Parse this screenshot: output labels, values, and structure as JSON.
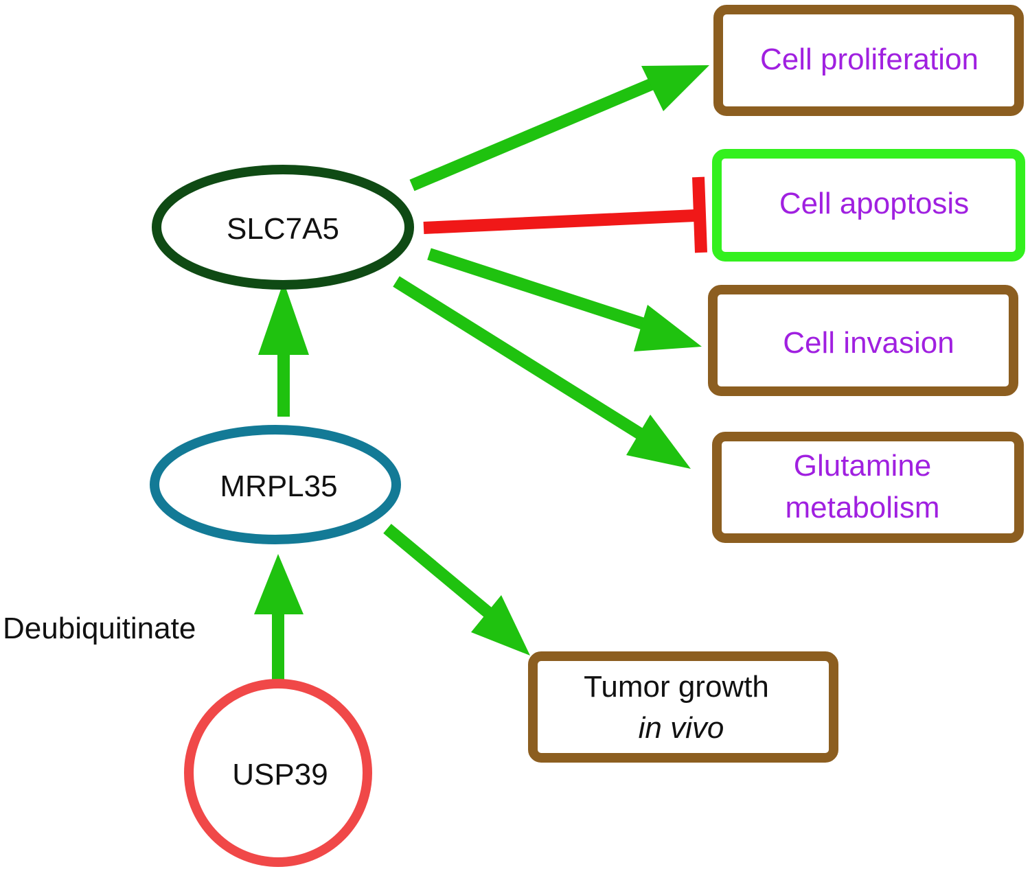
{
  "nodes": {
    "slc7a5": {
      "label": "SLC7A5",
      "stroke": "#0f4a14"
    },
    "mrpl35": {
      "label": "MRPL35",
      "stroke": "#137a96"
    },
    "usp39": {
      "label": "USP39",
      "stroke": "#f04848"
    }
  },
  "edge_labels": {
    "deubiquitinate": "Deubiquitinate"
  },
  "outcomes": {
    "cell_proliferation": {
      "label": "Cell proliferation",
      "effect": "promotes"
    },
    "cell_apoptosis": {
      "label": "Cell apoptosis",
      "effect": "inhibits"
    },
    "cell_invasion": {
      "label": "Cell invasion",
      "effect": "promotes"
    },
    "glutamine_metabolism": {
      "line1": "Glutamine",
      "line2": "metabolism",
      "effect": "promotes"
    },
    "tumor_growth": {
      "line1": "Tumor growth",
      "line2": "in vivo",
      "effect": "promotes"
    }
  },
  "colors": {
    "promote_arrow": "#1fc20f",
    "inhibit_line": "#f01818",
    "outcome_box": "#8c5e20",
    "highlight_box": "#33f01e",
    "outcome_text": "#a020e0",
    "node_text": "#111111"
  }
}
